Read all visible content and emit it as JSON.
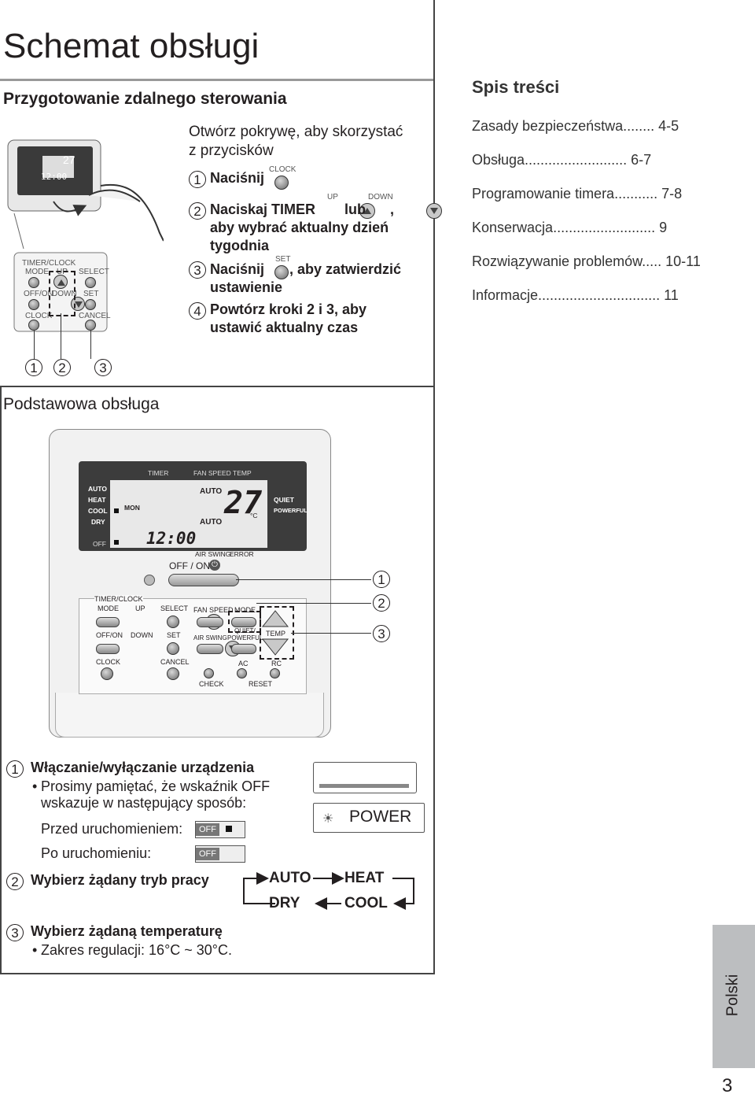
{
  "page": {
    "title": "Schemat obsługi",
    "page_number": "3",
    "language_tab": "Polski"
  },
  "prep": {
    "heading": "Przygotowanie zdalnego sterowania",
    "intro_line1": "Otwórz pokrywę, aby skorzystać",
    "intro_line2": "z przycisków",
    "step1_num": "1",
    "step1_text": "Naciśnij",
    "step1_btn_label": "CLOCK",
    "step2_num": "2",
    "step2_text_a": "Naciskaj TIMER",
    "step2_text_b": "lub",
    "step2_text_c": ",",
    "step2_line2": "aby wybrać aktualny dzień",
    "step2_line3": "tygodnia",
    "step2_up_label": "UP",
    "step2_down_label": "DOWN",
    "step3_num": "3",
    "step3_text_a": "Naciśnij",
    "step3_text_b": ", aby zatwierdzić",
    "step3_line2": "ustawienie",
    "step3_btn_label": "SET",
    "step4_num": "4",
    "step4_line1": "Powtórz kroki 2 i 3, aby",
    "step4_line2": "ustawić aktualny czas",
    "remote_labels": {
      "timer_clock": "TIMER/CLOCK",
      "mode": "MODE",
      "up": "UP",
      "select": "SELECT",
      "offon": "OFF/ON",
      "down": "DOWN",
      "set": "SET",
      "clock": "CLOCK",
      "cancel": "CANCEL",
      "lcd_time": "12:00",
      "lcd_temp": "27"
    },
    "callouts": [
      "1",
      "2",
      "3"
    ]
  },
  "toc": {
    "heading": "Spis treści",
    "items": [
      {
        "label": "Zasady bezpieczeństwa",
        "dots": "........",
        "page": "4-5"
      },
      {
        "label": "Obsługa",
        "dots": "..........................",
        "page": "6-7"
      },
      {
        "label": "Programowanie timera",
        "dots": "...........",
        "page": "7-8"
      },
      {
        "label": "Konserwacja",
        "dots": "..........................",
        "page": "9"
      },
      {
        "label": "Rozwiązywanie problemów",
        "dots": ".....",
        "page": "10-11"
      },
      {
        "label": "Informacje",
        "dots": "...............................",
        "page": "11"
      }
    ]
  },
  "basic": {
    "heading": "Podstawowa obsługa",
    "remote": {
      "lcd_top": {
        "timer": "TIMER",
        "fan_speed": "FAN SPEED",
        "temp": "TEMP"
      },
      "modes": [
        "AUTO",
        "HEAT",
        "COOL",
        "DRY"
      ],
      "off": "OFF",
      "day": "MON",
      "time": "12:00",
      "fan_auto1": "AUTO",
      "fan_auto2": "AUTO",
      "temp_value": "27",
      "temp_unit": "°C",
      "quiet": "QUIET",
      "powerful": "POWERFUL",
      "air_swing": "AIR SWING",
      "error": "ERROR",
      "offon_label": "OFF / ON",
      "timer_clock": "TIMER/CLOCK",
      "mode": "MODE",
      "up": "UP",
      "select": "SELECT",
      "fan_speed_btn": "FAN SPEED",
      "mode_btn": "MODE",
      "offon": "OFF/ON",
      "down": "DOWN",
      "set": "SET",
      "air_swing_btn": "AIR SWING",
      "quiet_powerful": "QUIET/",
      "quiet_powerful2": "POWERFUL",
      "temp_btn": "TEMP",
      "clock": "CLOCK",
      "cancel": "CANCEL",
      "ac": "AC",
      "rc": "RC",
      "check": "CHECK",
      "reset": "RESET"
    },
    "callouts": [
      "1",
      "2",
      "3"
    ]
  },
  "items": {
    "i1_num": "1",
    "i1_heading": "Włączanie/wyłączanie urządzenia",
    "i1_bullet_line1": "Prosimy pamiętać, że wskaźnik OFF",
    "i1_bullet_line2": "wskazuje w następujący sposób:",
    "before_label": "Przed uruchomieniem:",
    "after_label": "Po uruchomieniu:",
    "off_tag": "OFF",
    "off_tag2": "OFF",
    "power_label": "POWER",
    "i2_num": "2",
    "i2_heading": "Wybierz żądany tryb pracy",
    "cycle": {
      "auto": "AUTO",
      "heat": "HEAT",
      "cool": "COOL",
      "dry": "DRY"
    },
    "i3_num": "3",
    "i3_heading": "Wybierz żądaną temperaturę",
    "i3_bullet": "Zakres regulacji: 16°C ~ 30°C."
  }
}
